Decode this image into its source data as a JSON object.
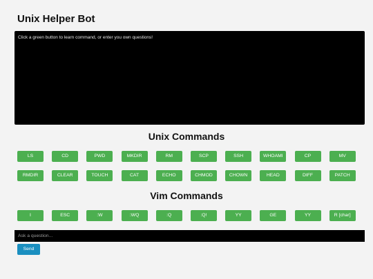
{
  "header": {
    "title": "Unix Helper Bot"
  },
  "terminal": {
    "text": "Click a green button to learn command, or enter you own questions!"
  },
  "unix_section": {
    "title": "Unix Commands",
    "rows": [
      [
        "LS",
        "CD",
        "PWD",
        "MKDIR",
        "RM",
        "SCP",
        "SSH",
        "WHOAMI",
        "CP",
        "MV"
      ],
      [
        "RMDIR",
        "CLEAR",
        "TOUCH",
        "CAT",
        "ECHO",
        "CHMOD",
        "CHOWN",
        "HEAD",
        "DIFF",
        "PATCH"
      ]
    ]
  },
  "vim_section": {
    "title": "Vim Commands",
    "buttons": [
      "I",
      "ESC",
      ":W",
      ":WQ",
      ":Q",
      ":Q!",
      "YY",
      "GE",
      "YY",
      "R [char]"
    ]
  },
  "question": {
    "placeholder": "Ask a question..."
  },
  "send": {
    "label": "Send"
  },
  "colors": {
    "command_button": "#4caf50",
    "send_button": "#1a8fc0",
    "terminal_bg": "#000000"
  }
}
